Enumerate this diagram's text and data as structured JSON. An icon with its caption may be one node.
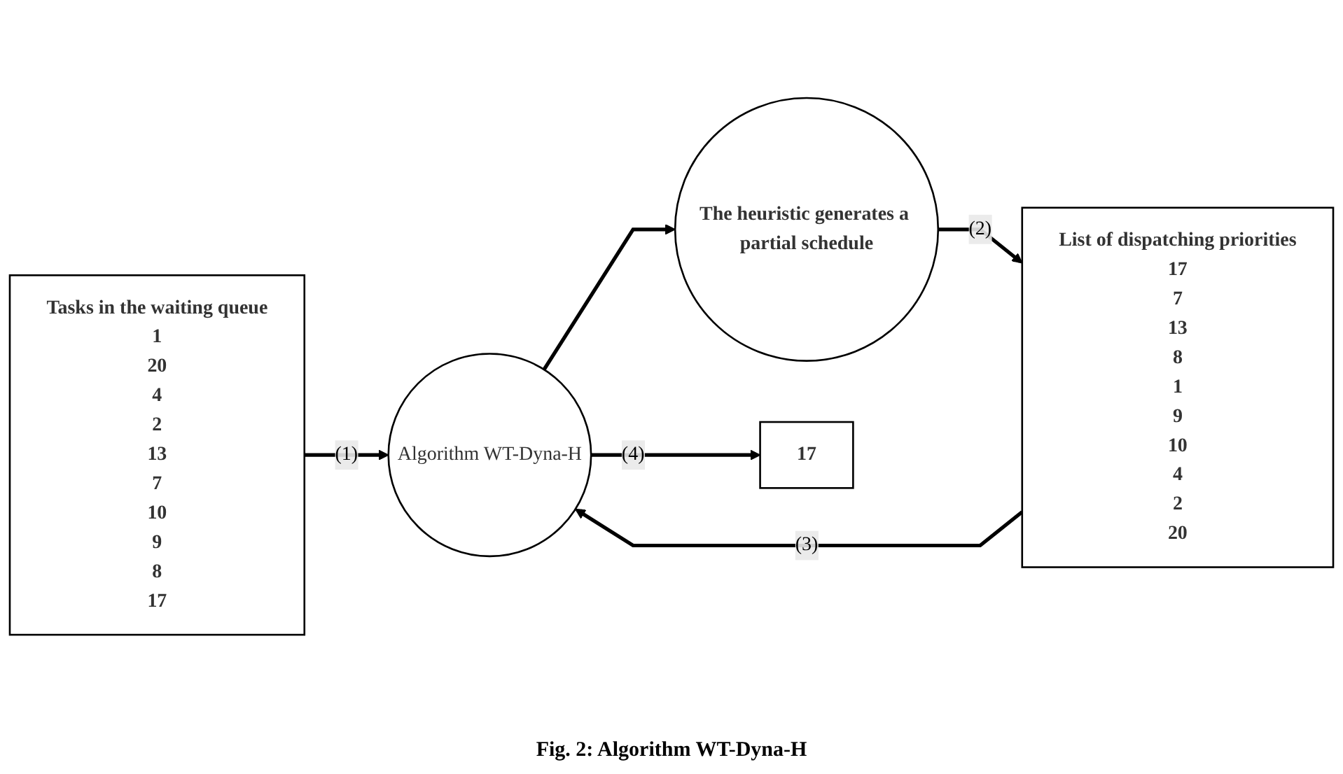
{
  "diagram": {
    "caption": "Fig. 2: Algorithm WT-Dyna-H",
    "nodes": [
      {
        "text": [
          "Tasks in the waiting queue",
          "1",
          "20",
          "4",
          "2",
          "13",
          "7",
          "10",
          "9",
          "8",
          "17"
        ]
      },
      {
        "text": [
          "The heuristic generates a partial schedule"
        ]
      },
      {
        "text": [
          "List of dispatching priorities",
          "17",
          "7",
          "13",
          "8",
          "1",
          "9",
          "10",
          "4",
          "2",
          "20"
        ]
      },
      {
        "text": [
          "Algorithm WT-Dyna-H"
        ]
      },
      {
        "text": [
          "17"
        ]
      }
    ],
    "edges": [
      {
        "from": 0,
        "to": 3,
        "arrow": "to",
        "label": "(1)"
      },
      {
        "from": 3,
        "to": 1,
        "arrow": "to"
      },
      {
        "from": 1,
        "to": 2,
        "arrow": "to",
        "label": "(2)"
      },
      {
        "from": 2,
        "to": 3,
        "arrow": "to",
        "label": "(3)"
      },
      {
        "from": 3,
        "to": 4,
        "arrow": "to",
        "label": "(4)"
      }
    ]
  }
}
